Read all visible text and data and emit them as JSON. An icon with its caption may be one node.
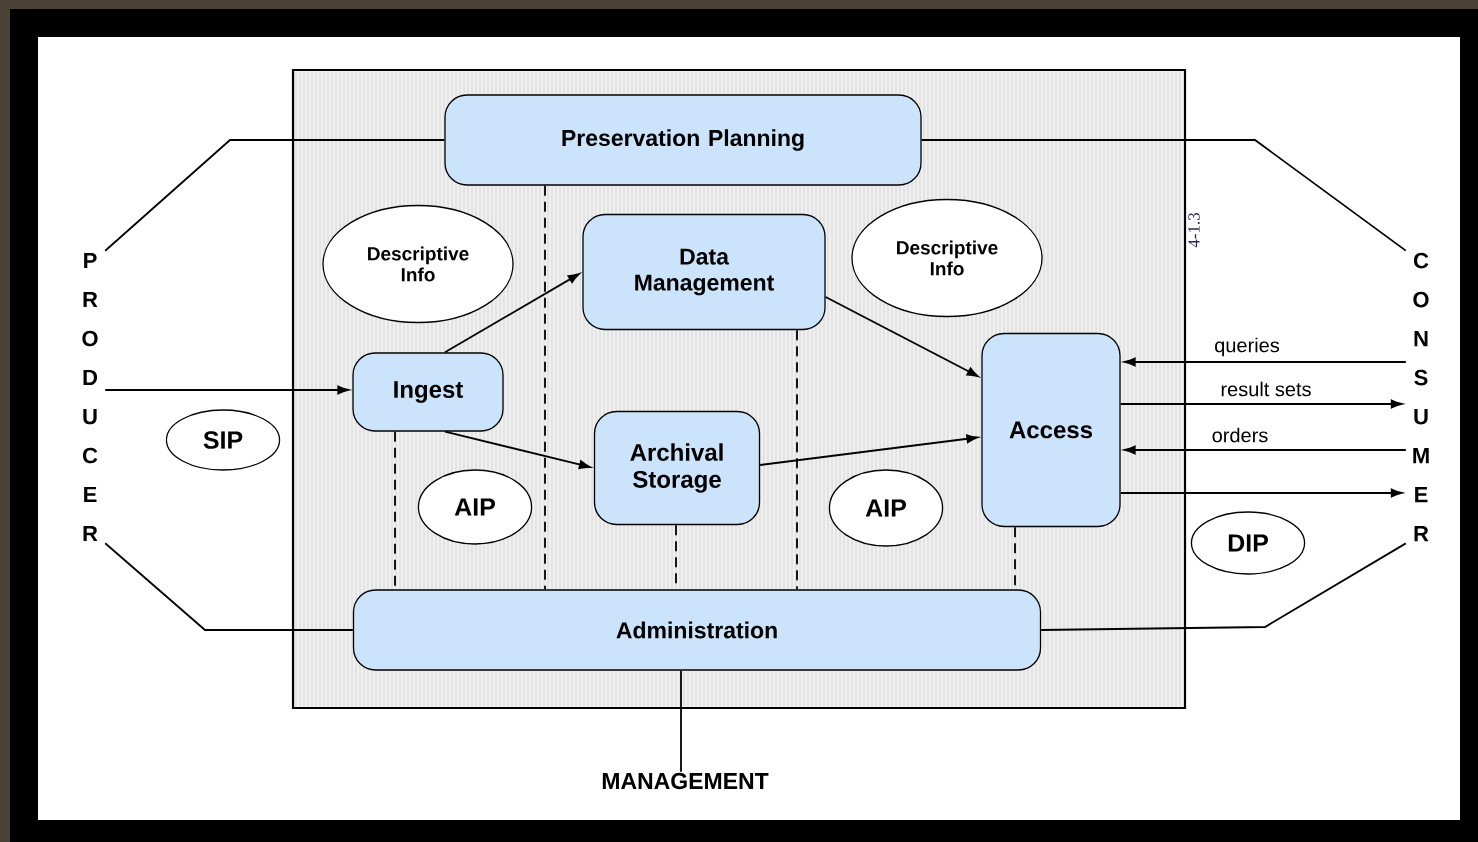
{
  "diagram": {
    "nodes": [
      {
        "text": [],
        "shape": "box"
      },
      {
        "text": [
          "Preservation Planning"
        ],
        "in": 0
      },
      {
        "text": [
          "Descriptive Info"
        ],
        "in": 0
      },
      {
        "text": [
          "Data Management"
        ],
        "in": 0
      },
      {
        "text": [
          "Descriptive Info"
        ],
        "in": 0
      },
      {
        "text": [
          "Ingest"
        ],
        "in": 0
      },
      {
        "text": [
          "SIP"
        ]
      },
      {
        "text": [
          "Archival Storage"
        ],
        "in": 0
      },
      {
        "text": [
          "AIP"
        ],
        "in": 0
      },
      {
        "text": [
          "AIP"
        ],
        "in": 0
      },
      {
        "text": [
          "Access"
        ],
        "in": 0
      },
      {
        "text": [
          "DIP"
        ]
      },
      {
        "text": [
          "Administration"
        ],
        "in": 0
      },
      {
        "text": [
          "PRODUCER"
        ]
      },
      {
        "text": [
          "CONSUMER"
        ]
      },
      {
        "text": [
          "MANAGEMENT"
        ]
      }
    ],
    "edges": [
      {
        "from": 13,
        "to": 1,
        "arrow": "none"
      },
      {
        "from": 13,
        "to": 5,
        "arrow": "to"
      },
      {
        "from": 13,
        "to": 12,
        "arrow": "none"
      },
      {
        "from": 5,
        "to": 3,
        "arrow": "to"
      },
      {
        "from": 5,
        "to": 7,
        "arrow": "to"
      },
      {
        "from": 3,
        "to": 10,
        "arrow": "to"
      },
      {
        "from": 7,
        "to": 10,
        "arrow": "to"
      },
      {
        "from": 1,
        "to": 14,
        "arrow": "none"
      },
      {
        "from": 12,
        "to": 14,
        "arrow": "none"
      },
      {
        "from": 14,
        "to": 10,
        "arrow": "to",
        "label": "queries"
      },
      {
        "from": 10,
        "to": 14,
        "arrow": "to",
        "label": "result sets"
      },
      {
        "from": 14,
        "to": 10,
        "arrow": "to",
        "label": "orders"
      },
      {
        "from": 10,
        "to": 14,
        "arrow": "to"
      },
      {
        "from": 5,
        "to": 12,
        "arrow": "none",
        "style": "dashed"
      },
      {
        "from": 1,
        "to": 12,
        "arrow": "none",
        "style": "dashed"
      },
      {
        "from": 7,
        "to": 12,
        "arrow": "none",
        "style": "dashed"
      },
      {
        "from": 3,
        "to": 12,
        "arrow": "none",
        "style": "dashed"
      },
      {
        "from": 10,
        "to": 12,
        "arrow": "none",
        "style": "dashed"
      },
      {
        "from": 12,
        "to": 15,
        "arrow": "none"
      }
    ],
    "labels": [
      "4-1.3"
    ]
  }
}
